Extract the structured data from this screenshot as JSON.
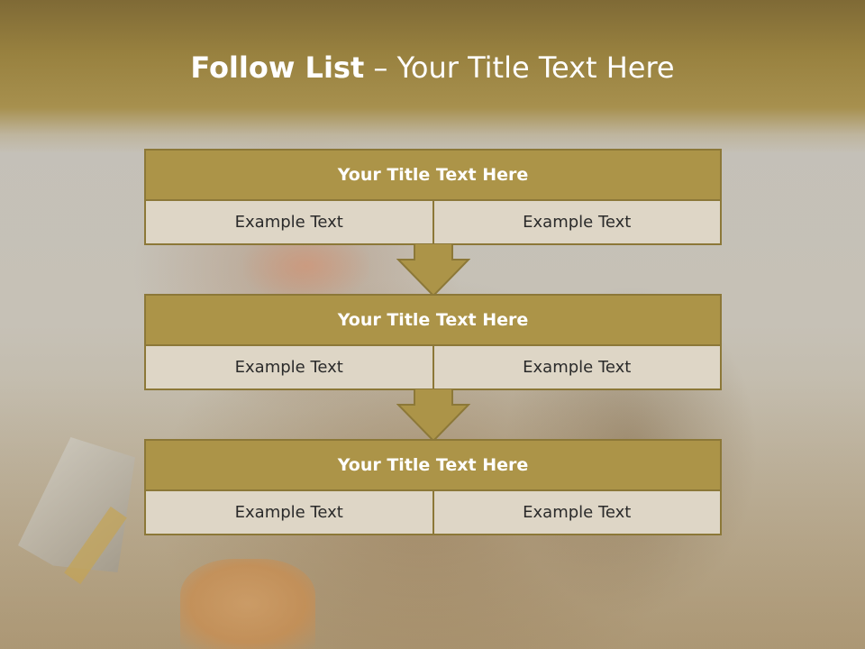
{
  "slide": {
    "title_strong": "Follow List",
    "title_separator": "–",
    "title_rest": "Your Title Text Here"
  },
  "blocks": [
    {
      "title": "Your Title Text Here",
      "left": "Example Text",
      "right": "Example Text"
    },
    {
      "title": "Your Title Text Here",
      "left": "Example Text",
      "right": "Example Text"
    },
    {
      "title": "Your Title Text Here",
      "left": "Example Text",
      "right": "Example Text"
    }
  ],
  "colors": {
    "header": "#a7904e",
    "box_title_fill": "#ac9448",
    "box_cell_fill": "#ded6c6",
    "border": "#8c7838",
    "arrow_fill": "#ac9448"
  }
}
